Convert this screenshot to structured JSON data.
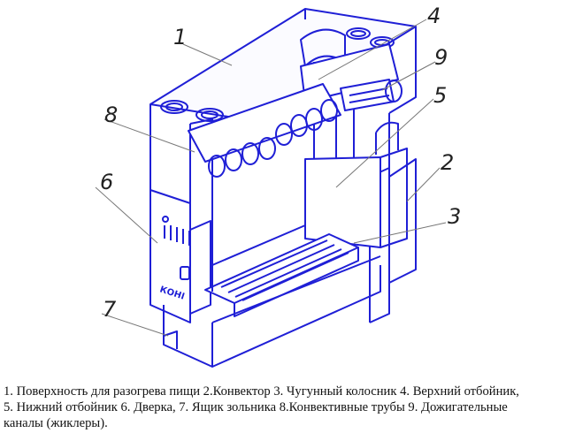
{
  "diagram": {
    "line_color": "#1f1fd6",
    "leader_color": "#777777",
    "labels": [
      {
        "id": "1",
        "text": "1"
      },
      {
        "id": "2",
        "text": "2"
      },
      {
        "id": "3",
        "text": "3"
      },
      {
        "id": "4",
        "text": "4"
      },
      {
        "id": "5",
        "text": "5"
      },
      {
        "id": "6",
        "text": "6"
      },
      {
        "id": "7",
        "text": "7"
      },
      {
        "id": "8",
        "text": "8"
      },
      {
        "id": "9",
        "text": "9"
      }
    ],
    "brand_text": "КОНІ"
  },
  "caption": {
    "line1": "1. Поверхность для разогрева пищи 2.Конвектор  3. Чугунный колосник 4. Верхний отбойник,",
    "line2": "5. Нижний отбойник 6. Дверка, 7. Ящик зольника 8.Конвективные трубы 9. Дожигательные",
    "line3": "каналы (жиклеры)."
  }
}
